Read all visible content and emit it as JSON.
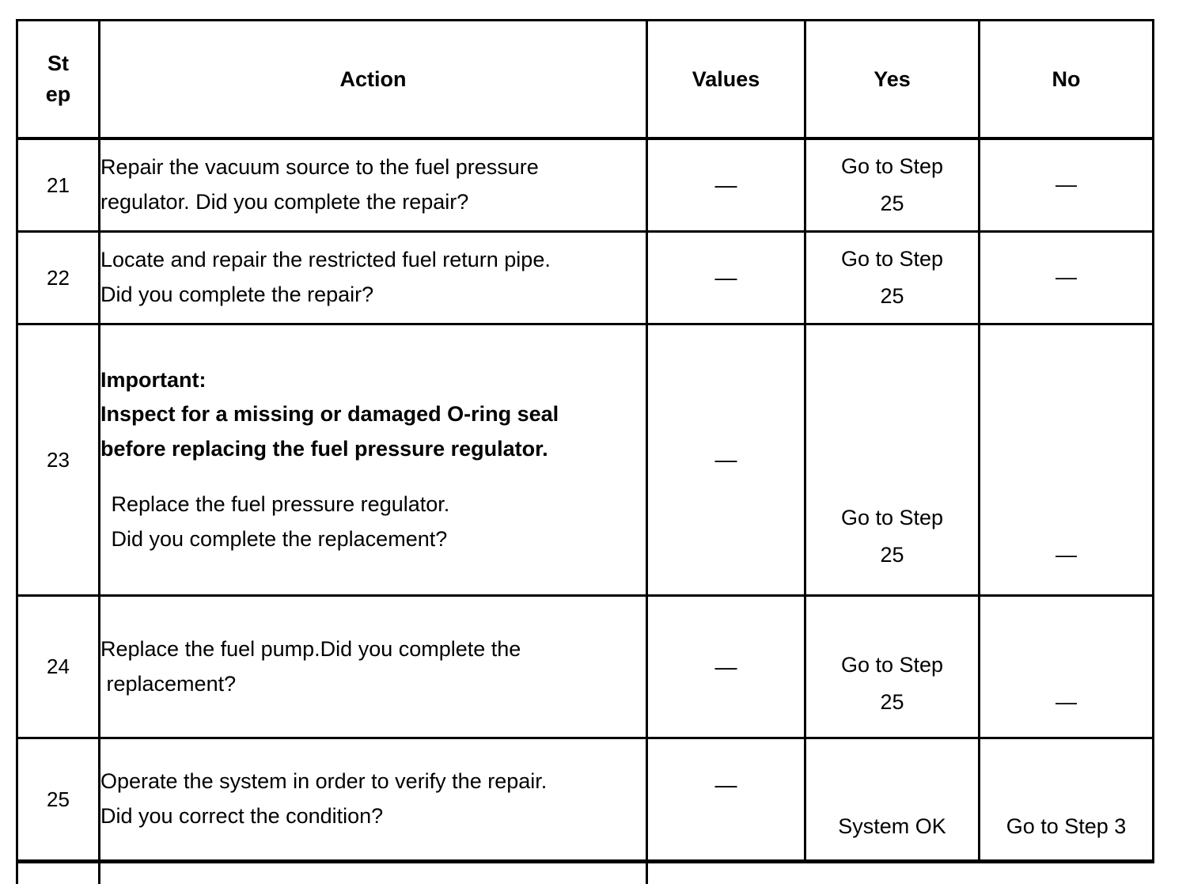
{
  "table": {
    "headers": {
      "step_line1": "St",
      "step_line2": "ep",
      "action": "Action",
      "values": "Values",
      "yes": "Yes",
      "no": "No"
    },
    "rows": [
      {
        "step": "21",
        "action_lines": [
          {
            "text": "Repair the vacuum source to the fuel pressure",
            "bold": false
          },
          {
            "text": "regulator. Did you complete the repair?",
            "bold": false
          }
        ],
        "values": "—",
        "yes_line1": "Go to Step",
        "yes_line2": "25",
        "no": "—"
      },
      {
        "step": "22",
        "action_lines": [
          {
            "text": "Locate and repair the restricted fuel return pipe.",
            "bold": false
          },
          {
            "text": "Did you complete the repair?",
            "bold": false
          }
        ],
        "values": "—",
        "yes_line1": "Go to Step",
        "yes_line2": "25",
        "no": "—"
      },
      {
        "step": "23",
        "action_lines": [
          {
            "text": "Important:",
            "bold": true
          },
          {
            "text": "Inspect for a missing or damaged O-ring seal",
            "bold": true
          },
          {
            "text": "before replacing the fuel pressure regulator.",
            "bold": true
          },
          {
            "text": "",
            "bold": false,
            "spacer": true
          },
          {
            "text": " Replace the fuel pressure regulator.",
            "bold": false
          },
          {
            "text": " Did you complete the replacement?",
            "bold": false
          }
        ],
        "values": "—",
        "yes_line1": "Go to Step",
        "yes_line2": "25",
        "no": "—"
      },
      {
        "step": "24",
        "action_lines": [
          {
            "text": "Replace the fuel pump.Did you complete the",
            "bold": false
          },
          {
            "text": " replacement?",
            "bold": false
          }
        ],
        "values": "—",
        "yes_line1": "Go to Step",
        "yes_line2": "25",
        "no": "—"
      },
      {
        "step": "25",
        "action_lines": [
          {
            "text": "Operate the system in order to verify the repair.",
            "bold": false
          },
          {
            "text": "Did you correct the condition?",
            "bold": false
          }
        ],
        "values": "—",
        "yes_line1": "System OK",
        "yes_line2": "",
        "no": "Go to Step 3"
      }
    ]
  },
  "colors": {
    "border": "#000000",
    "text": "#000000",
    "background": "#ffffff"
  }
}
